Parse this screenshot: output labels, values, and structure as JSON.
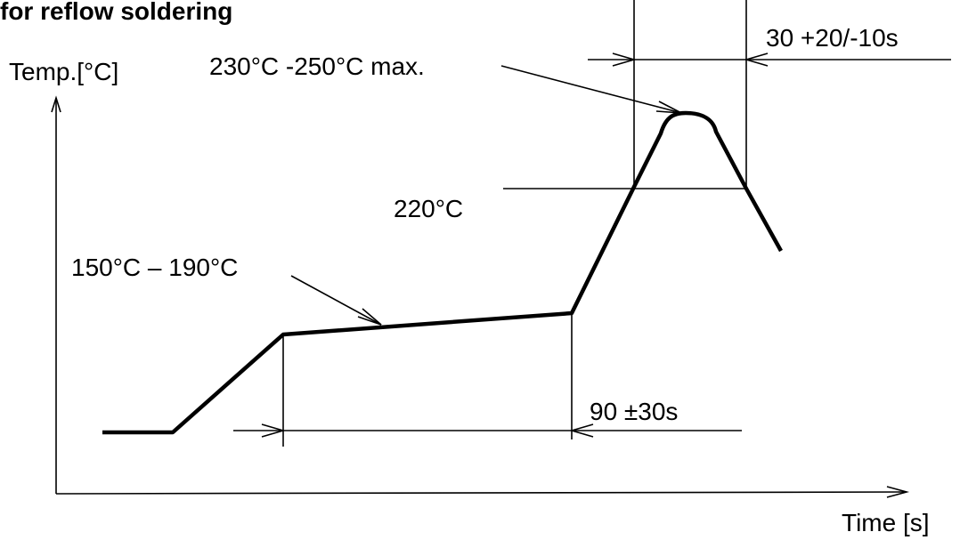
{
  "title": "for reflow soldering",
  "axes": {
    "y_label": "Temp.[°C]",
    "x_label": "Time [s]"
  },
  "labels": {
    "peak": "230°C -250°C max.",
    "liquidus": "220°C",
    "preheat": "150°C – 190°C",
    "preheat_duration": "90 ±30s",
    "above_liquidus_duration": "30 +20/-10s"
  },
  "colors": {
    "line": "#000000",
    "background": "#ffffff"
  }
}
